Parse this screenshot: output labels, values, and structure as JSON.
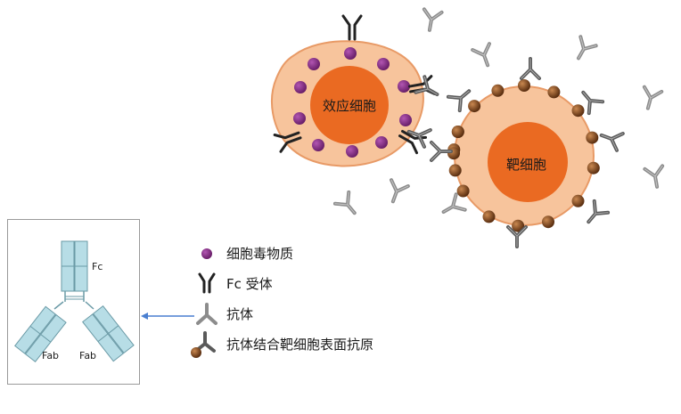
{
  "effector_cell": {
    "label": "效应细胞"
  },
  "target_cell": {
    "label": "靶细胞"
  },
  "legend": {
    "items": [
      {
        "icon": "cytotoxin-dot-icon",
        "label": "细胞毒物质"
      },
      {
        "icon": "fc-receptor-icon",
        "label": "Fc 受体"
      },
      {
        "icon": "antibody-icon",
        "label": "抗体"
      },
      {
        "icon": "bound-antibody-icon",
        "label": "抗体结合靶细胞表面抗原"
      }
    ]
  },
  "inset": {
    "fc_label": "Fc",
    "fab_left_label": "Fab",
    "fab_right_label": "Fab"
  },
  "colors": {
    "cell_outer": "#f7c49c",
    "cell_nucleus": "#ea6a22",
    "cytotoxin": "#8a2f8a",
    "antigen": "#7a4420",
    "receptor": "#222222",
    "antibody_free": "#8c8c8c",
    "antibody_bound": "#5a5a5a",
    "inset_fill": "#b7dde6",
    "arrow": "#4a7fd0"
  }
}
